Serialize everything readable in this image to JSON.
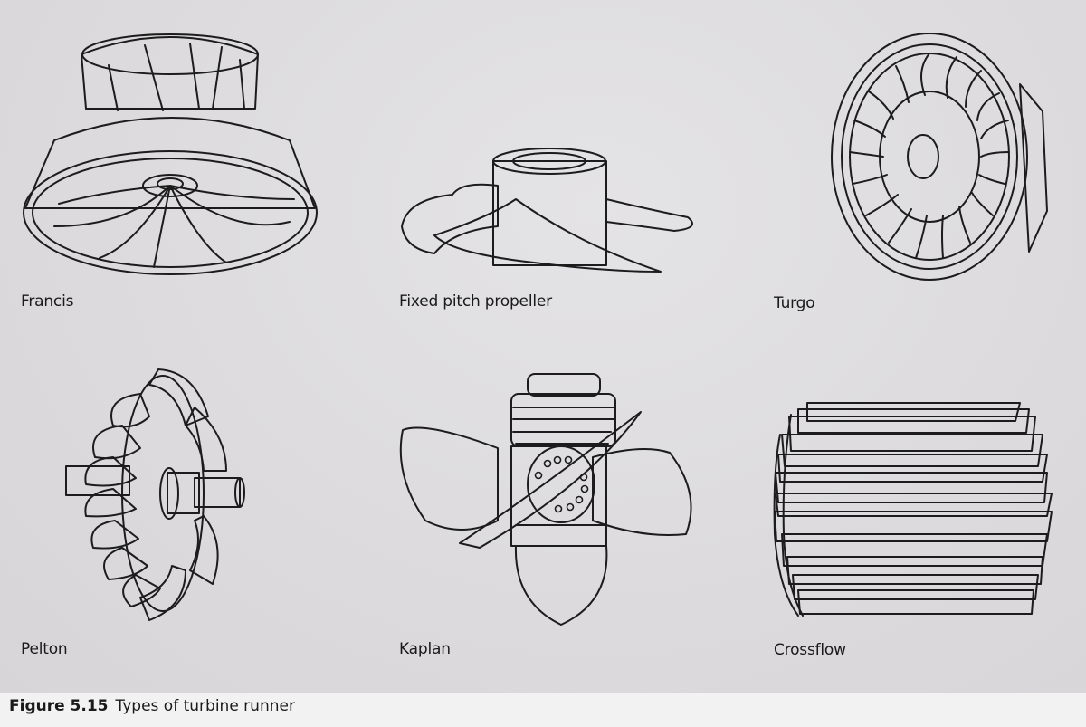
{
  "figure": {
    "number_label": "Figure 5.15",
    "title": "Types of turbine runner"
  },
  "runners": [
    {
      "name": "Francis",
      "icon": "francis-runner-icon"
    },
    {
      "name": "Fixed pitch propeller",
      "icon": "propeller-runner-icon"
    },
    {
      "name": "Turgo",
      "icon": "turgo-runner-icon"
    },
    {
      "name": "Pelton",
      "icon": "pelton-runner-icon"
    },
    {
      "name": "Kaplan",
      "icon": "kaplan-runner-icon"
    },
    {
      "name": "Crossflow",
      "icon": "crossflow-runner-icon"
    }
  ],
  "colors": {
    "background": "#dddbdd",
    "caption_strip": "#f3f2f3",
    "line": "#1c1c1c",
    "metal_light": "#f4f4f4",
    "metal_shade": "#b8b6b9"
  }
}
